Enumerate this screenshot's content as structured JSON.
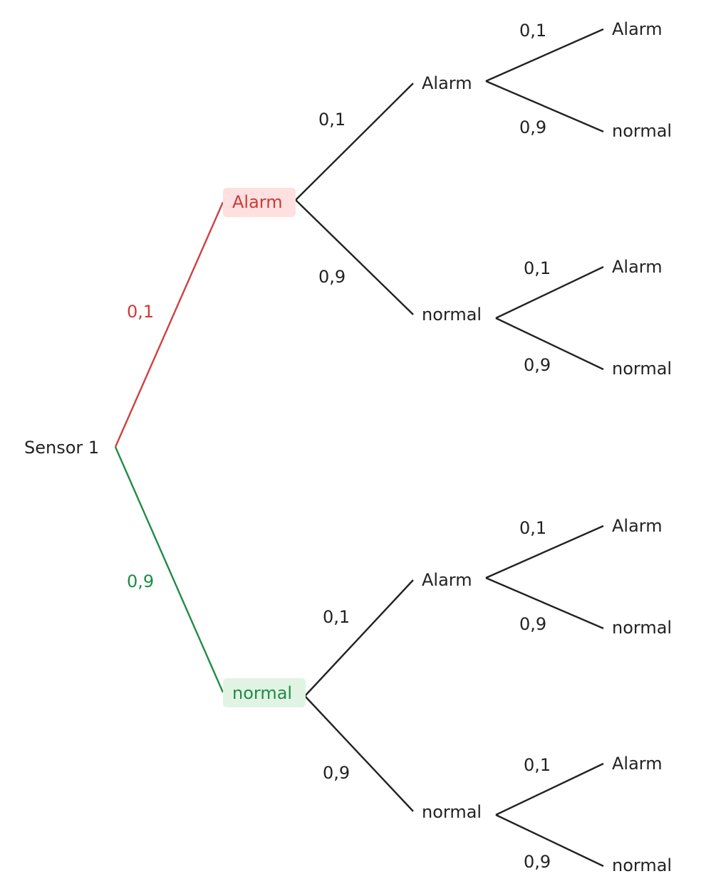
{
  "colors": {
    "red": "#cc3a3a",
    "green": "#1e8c45",
    "ink": "#222222"
  },
  "root": {
    "label": "Sensor 1"
  },
  "level1": [
    {
      "label": "Alarm",
      "prob": "0,1"
    },
    {
      "label": "normal",
      "prob": "0,9"
    }
  ],
  "level2": [
    {
      "label": "Alarm",
      "prob": "0,1"
    },
    {
      "label": "normal",
      "prob": "0,9"
    },
    {
      "label": "Alarm",
      "prob": "0,1"
    },
    {
      "label": "normal",
      "prob": "0,9"
    }
  ],
  "level3": [
    {
      "label": "Alarm",
      "prob": "0,1"
    },
    {
      "label": "normal",
      "prob": "0,9"
    },
    {
      "label": "Alarm",
      "prob": "0,1"
    },
    {
      "label": "normal",
      "prob": "0,9"
    },
    {
      "label": "Alarm",
      "prob": "0,1"
    },
    {
      "label": "normal",
      "prob": "0,9"
    },
    {
      "label": "Alarm",
      "prob": "0,1"
    },
    {
      "label": "normal",
      "prob": "0,9"
    }
  ]
}
